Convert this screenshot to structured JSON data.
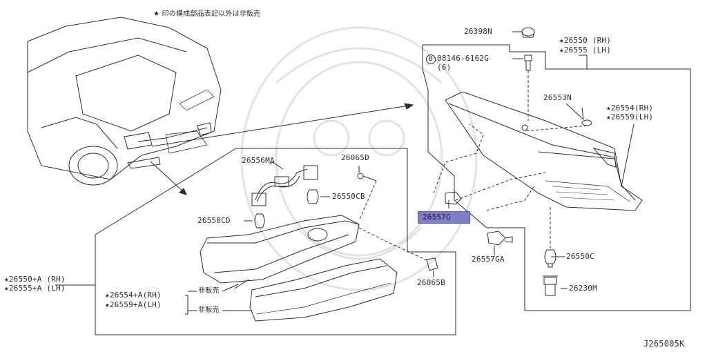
{
  "header_note": "★ 印の構成部品表記以外は非販売",
  "labels": {
    "p26398N": "26398N",
    "p08146": "08146-6162G",
    "p08146_qty": "(6)",
    "p08146_prefix": "B",
    "p26550": "★26550 (RH)",
    "p26555": "★26555 (LH)",
    "p26553N": "26553N",
    "p26554": "★26554(RH)",
    "p26559": "★26559(LH)",
    "p26556MA": "26556MA",
    "p26065D": "26065D",
    "p26550CB": "26550CB",
    "p26550CD": "26550CD",
    "p26557G": "26557G",
    "p26557GA": "26557GA",
    "p26550C": "26550C",
    "p26230M": "26230M",
    "p26065B": "26065B",
    "p26550A": "★26550+A (RH)",
    "p26555A": "★26555+A (LH)",
    "p26554A": "★26554+A(RH)",
    "p26559A": "★26559+A(LH)",
    "not_for_sale_1": "非販売",
    "not_for_sale_2": "非販売"
  },
  "diagram_ref": "J265005K",
  "colors": {
    "line": "#2a2a2a",
    "highlight": "#7e7fc7",
    "watermark": "#d9d9d9"
  },
  "icon_names": [
    "car-icon",
    "tail-lamp-icon",
    "side-marker-icon",
    "bulb-icon",
    "socket-icon",
    "screw-icon",
    "clip-icon",
    "grommet-icon",
    "harness-icon",
    "lens-icon",
    "switch-icon"
  ]
}
